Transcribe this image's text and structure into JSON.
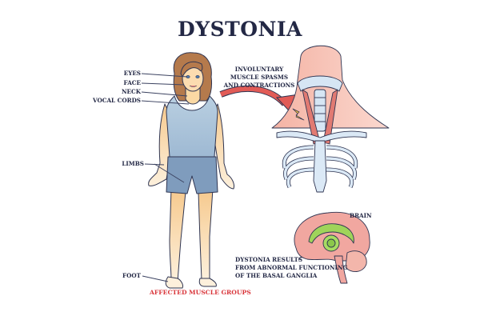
{
  "title": "DYSTONIA",
  "labels": {
    "eyes": "EYES",
    "face": "FACE",
    "neck": "NECK",
    "vocal_cords": "VOCAL CORDS",
    "limbs": "LIMBS",
    "foot": "FOOT",
    "affected": "AFFECTED MUSCLE GROUPS",
    "spasms_line1": "INVOLUNTARY",
    "spasms_line2": "MUSCLE SPASMS",
    "spasms_line3": "AND CONTRACTIONS",
    "brain": "BRAIN",
    "basal_line1": "DYSTONIA RESULTS",
    "basal_line2": "FROM ABNORMAL FUNCTIONING",
    "basal_line3": "OF THE BASAL GANGLIA"
  },
  "colors": {
    "title": "#232845",
    "accent_red": "#d9353a",
    "skin": "#fbd9a4",
    "clothing": "#8fa9c6",
    "bone": "#dbe9f6",
    "muscle": "#e98f86",
    "brain": "#f1a7a0",
    "basal_ganglia": "#9fd45a"
  }
}
